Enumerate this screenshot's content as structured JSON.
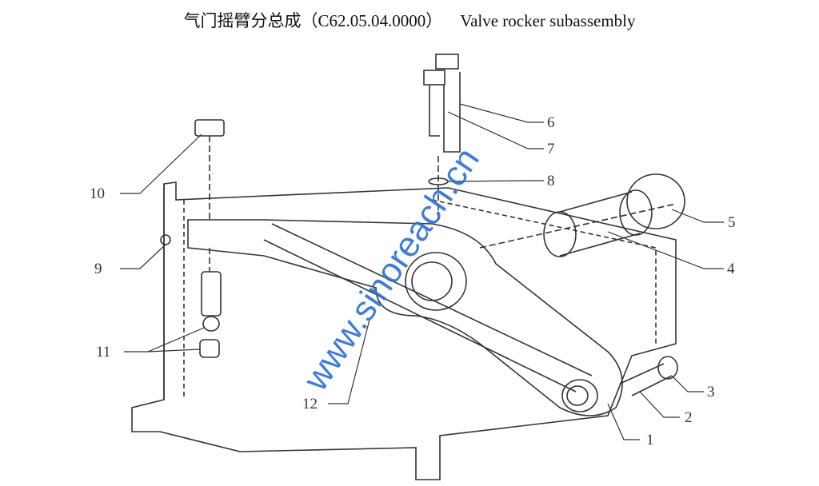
{
  "title": {
    "zh": "气门摇臂分总成（C62.05.04.0000）",
    "en": "Valve rocker subassembly"
  },
  "callouts": [
    "1",
    "2",
    "3",
    "4",
    "5",
    "6",
    "7",
    "8",
    "9",
    "10",
    "11",
    "12"
  ],
  "watermark": "www.sinoreach.cn"
}
